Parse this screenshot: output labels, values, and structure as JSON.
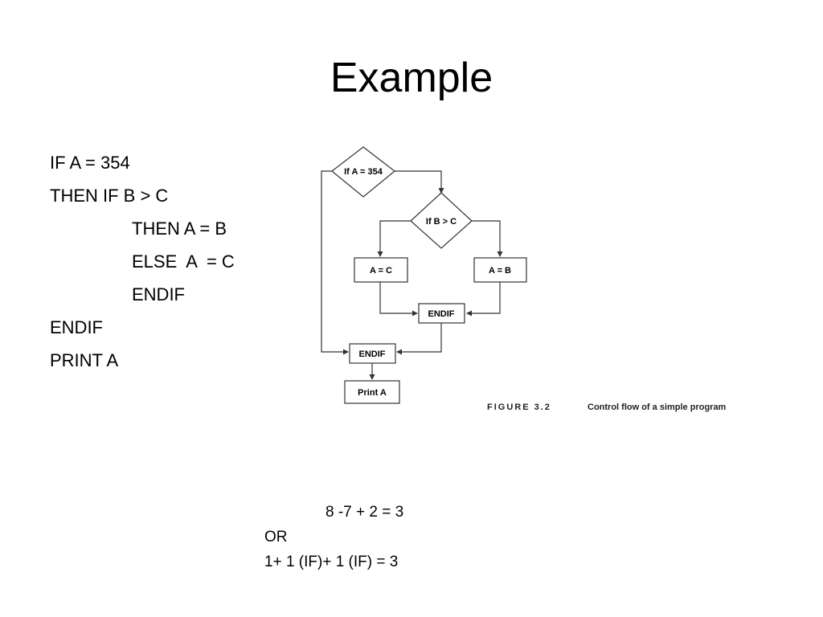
{
  "slide": {
    "title": "Example"
  },
  "code": {
    "lines": [
      {
        "text": "IF A = 354",
        "indent": false
      },
      {
        "text": "THEN IF B > C",
        "indent": false
      },
      {
        "text": "THEN A = B",
        "indent": true
      },
      {
        "text": "ELSE  A  = C",
        "indent": true
      },
      {
        "text": "ENDIF",
        "indent": true
      },
      {
        "text": "ENDIF",
        "indent": false
      },
      {
        "text": "PRINT A",
        "indent": false
      }
    ]
  },
  "flowchart": {
    "nodes": {
      "if_a": "If A = 354",
      "if_b": "If B > C",
      "a_eq_c": "A = C",
      "a_eq_b": "A = B",
      "endif_inner": "ENDIF",
      "endif_outer": "ENDIF",
      "print_a": "Print A"
    },
    "caption": {
      "label": "FIGURE 3.2",
      "text": "Control flow of a simple program"
    }
  },
  "complexity": {
    "expr1": "8 -7 + 2 = 3",
    "or_label": "OR",
    "expr2": "1+ 1 (IF)+ 1 (IF) = 3"
  }
}
